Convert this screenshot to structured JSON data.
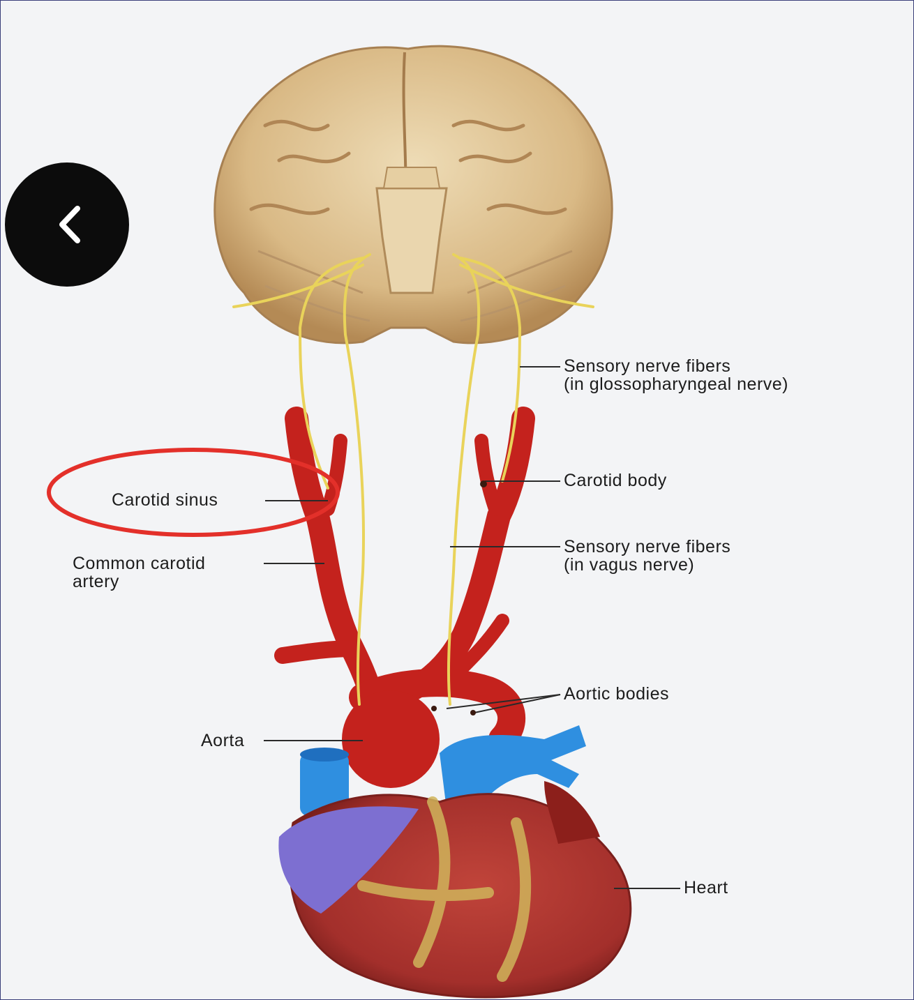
{
  "labels": {
    "sensory_glosso_line1": "Sensory nerve fibers",
    "sensory_glosso_line2": "(in glossopharyngeal nerve)",
    "carotid_body": "Carotid body",
    "carotid_sinus": "Carotid sinus",
    "sensory_vagus_line1": "Sensory nerve fibers",
    "sensory_vagus_line2": "(in vagus nerve)",
    "common_carotid_line1": "Common carotid",
    "common_carotid_line2": "artery",
    "aortic_bodies": "Aortic bodies",
    "aorta": "Aorta",
    "heart": "Heart"
  },
  "icons": {
    "back": "chevron-left-icon"
  },
  "colors": {
    "artery": "#c4221d",
    "vein": "#2f8fe0",
    "nerve": "#e9d35a",
    "brain": "#e2c79a",
    "highlight": "#e3302a",
    "back_button": "#0c0c0c"
  }
}
